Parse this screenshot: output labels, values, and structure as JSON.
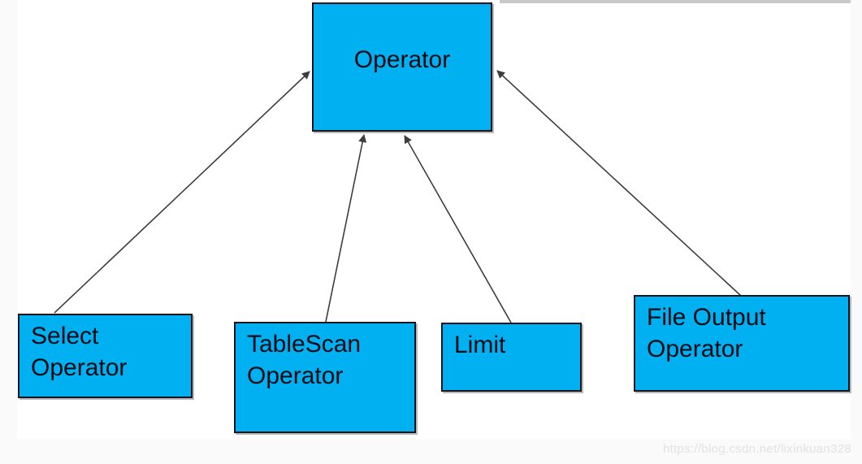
{
  "diagram": {
    "type": "class-hierarchy",
    "nodes": {
      "operator": {
        "label": "Operator",
        "role": "parent"
      },
      "select_operator": {
        "label": "Select Operator",
        "role": "child"
      },
      "tablescan_operator": {
        "label": "TableScan Operator",
        "role": "child"
      },
      "limit": {
        "label": "Limit",
        "role": "child"
      },
      "file_output_operator": {
        "label": "File Output Operator",
        "role": "child"
      }
    },
    "edges": [
      {
        "from": "select_operator",
        "to": "operator"
      },
      {
        "from": "tablescan_operator",
        "to": "operator"
      },
      {
        "from": "limit",
        "to": "operator"
      },
      {
        "from": "file_output_operator",
        "to": "operator"
      }
    ],
    "colors": {
      "node_fill": "#00b0f0",
      "node_border": "#14141e",
      "arrow": "#3d3d3d",
      "background": "#ffffff"
    }
  },
  "watermark": {
    "text": "https://blog.csdn.net/lixinkuan328"
  }
}
